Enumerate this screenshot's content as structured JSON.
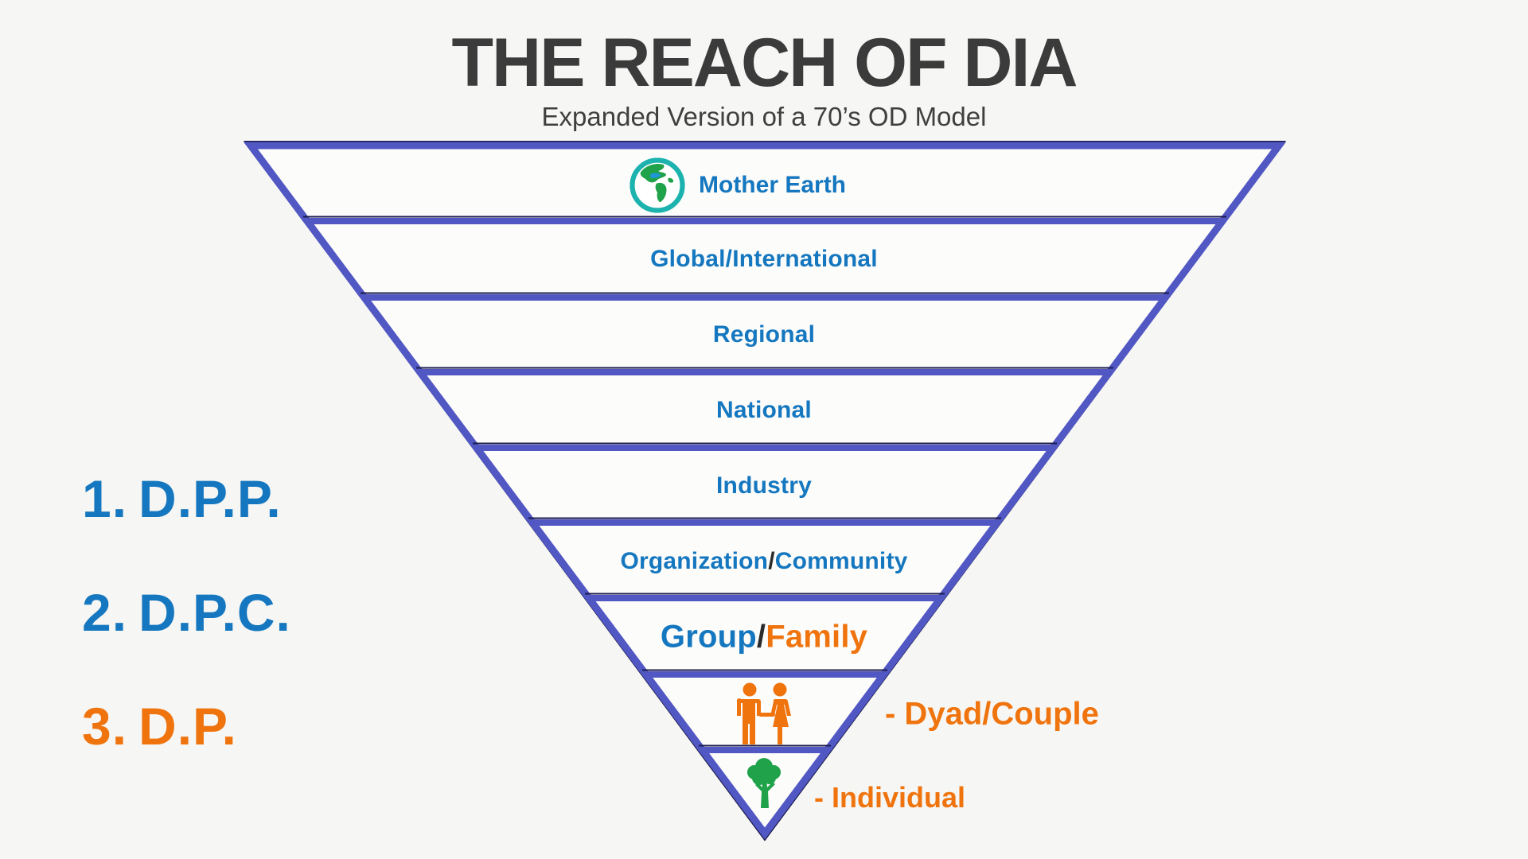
{
  "title": "THE REACH OF DIA",
  "subtitle": "Expanded Version of a 70’s OD Model",
  "colors": {
    "background": "#f6f6f4",
    "pyramid_border_purple": "#5157c3",
    "pyramid_thin_line": "#1b1b4d",
    "pyramid_fill": "#fcfcfb",
    "text_blue": "#1577bf",
    "text_orange": "#f0740e",
    "title_dark": "#3b3b3b",
    "globe_teal": "#1cb2ae",
    "tree_green": "#1fa24a"
  },
  "pyramid": {
    "levels": [
      {
        "name": "mother-earth",
        "label": "Mother Earth",
        "icon": "globe-icon"
      },
      {
        "name": "global-international",
        "label": "Global/International"
      },
      {
        "name": "regional",
        "label": "Regional"
      },
      {
        "name": "national",
        "label": "National"
      },
      {
        "name": "industry",
        "label": "Industry"
      },
      {
        "name": "organization-community",
        "part1": "Organization",
        "separator": "/",
        "part2": "Community"
      },
      {
        "name": "group-family",
        "part1": "Group",
        "separator": "/",
        "part2": "Family"
      },
      {
        "name": "dyad-couple",
        "icon": "couple-icon",
        "label": "- Dyad/Couple"
      },
      {
        "name": "individual",
        "icon": "tree-icon",
        "label": "- Individual"
      }
    ]
  },
  "legend": {
    "items": [
      {
        "number": "1.",
        "label": "D.P.P.",
        "color": "#1577bf"
      },
      {
        "number": "2.",
        "label": "D.P.C.",
        "color": "#1577bf"
      },
      {
        "number": "3.",
        "label": "D.P.",
        "color": "#f0740e"
      }
    ]
  }
}
